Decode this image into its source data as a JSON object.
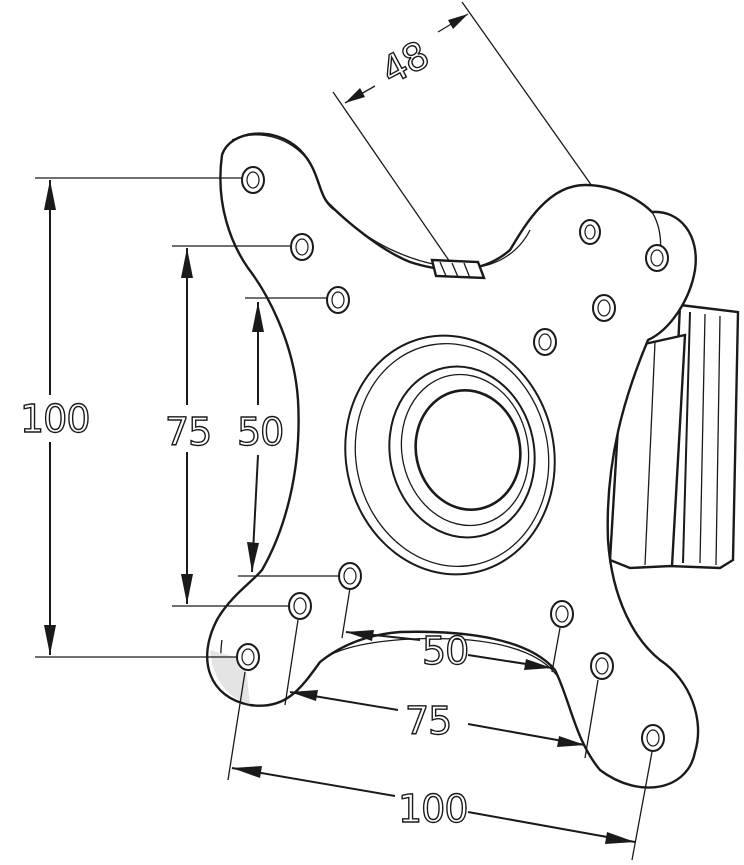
{
  "dimensions": {
    "top_offset": "48",
    "vertical_outer": "100",
    "vertical_middle": "75",
    "vertical_inner": "50",
    "horizontal_inner": "50",
    "horizontal_middle": "75",
    "horizontal_outer": "100"
  }
}
